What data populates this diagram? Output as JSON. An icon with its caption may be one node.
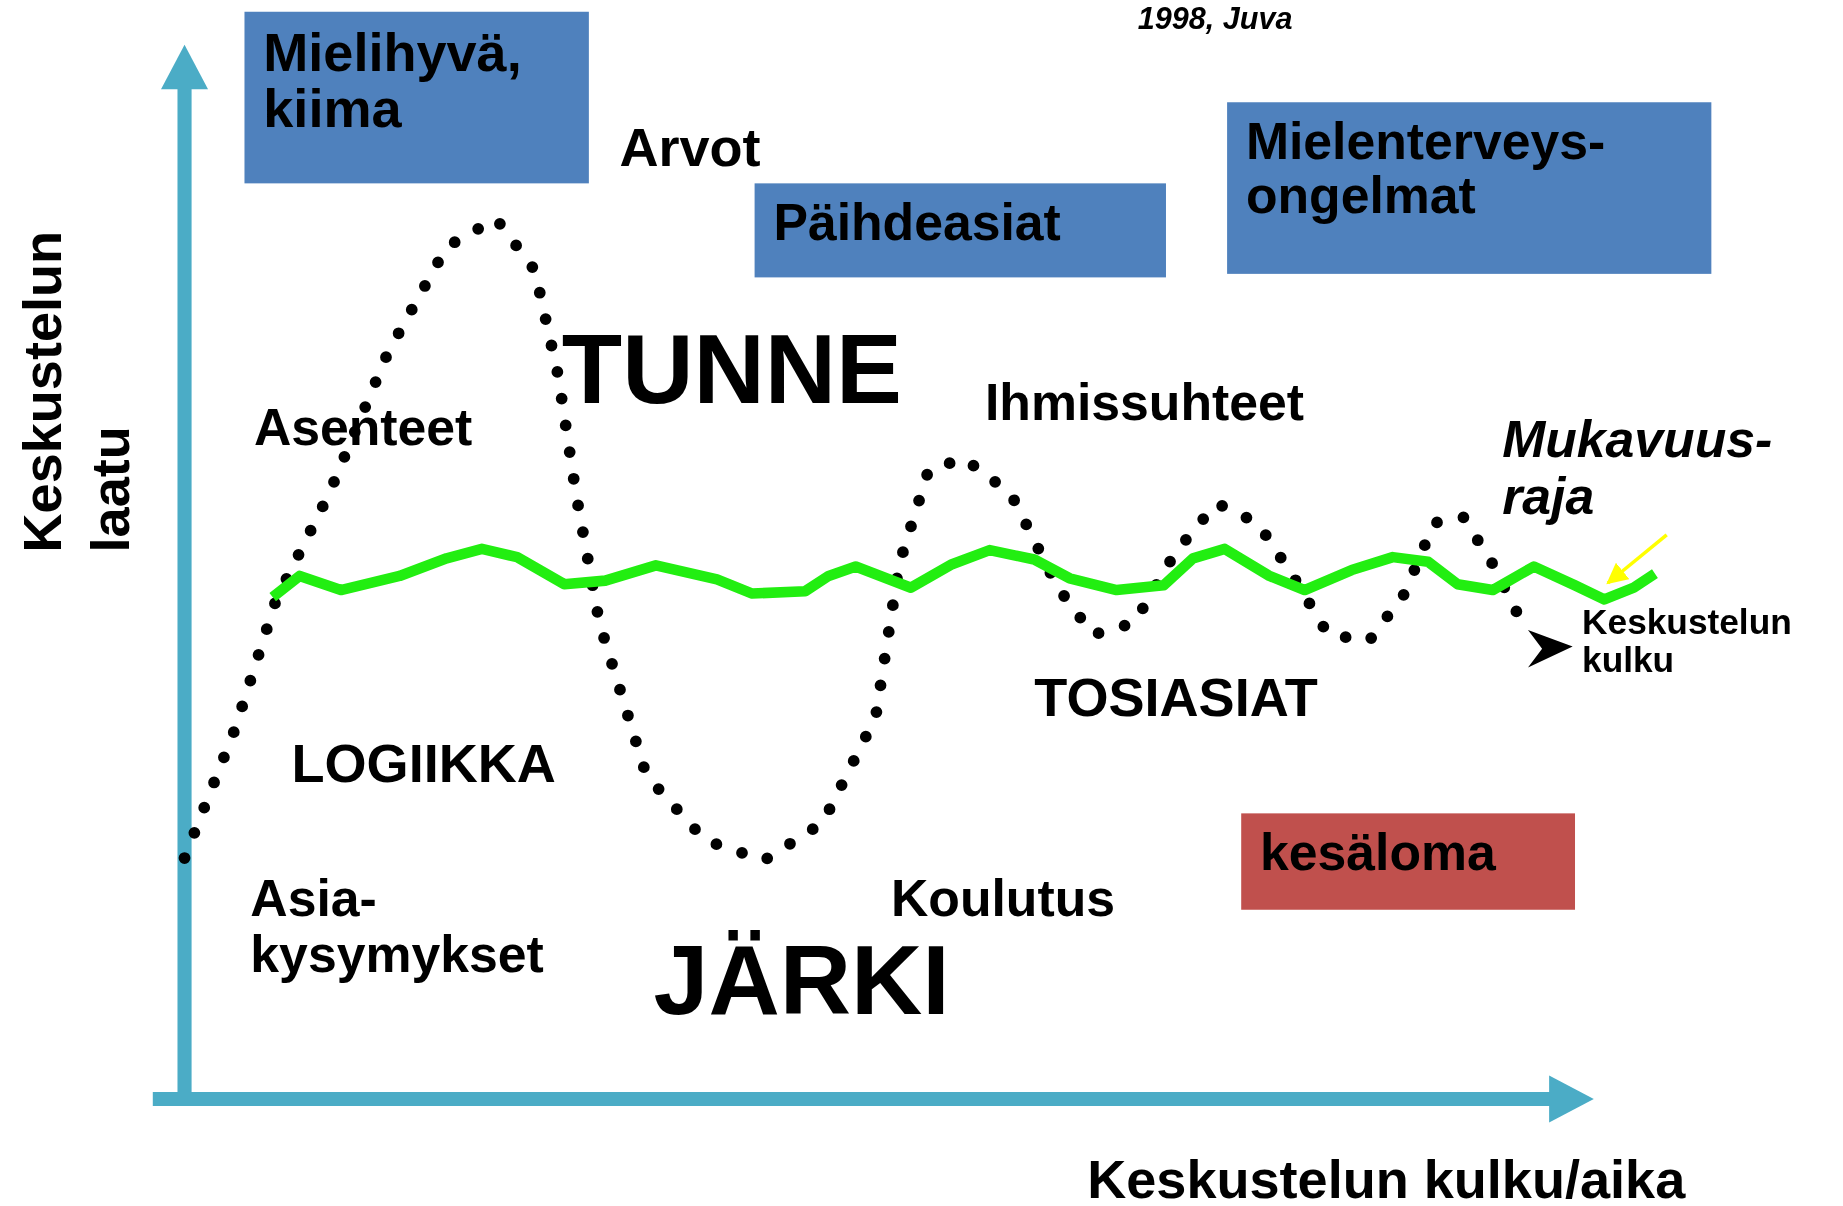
{
  "diagram": {
    "nodes": [
      {
        "text": [
          "Mielihyvä, kiima"
        ]
      },
      {
        "text": [
          "Päihdeasiat"
        ]
      },
      {
        "text": [
          "Mielenterveys- ongelmat"
        ]
      },
      {
        "text": [
          "kesäloma"
        ]
      },
      {
        "text": [
          "Mukavuus- raja"
        ]
      },
      {
        "text": [],
        "shape": "line"
      }
    ],
    "edges": [
      {
        "from": 4,
        "to": 5,
        "arrow": "to",
        "color": "#ffff00"
      }
    ],
    "labels": [
      "1998, Juva",
      "Arvot",
      "Keskustelun laatu",
      "TUNNE",
      "Asenteet",
      "Ihmissuhteet",
      "Keskustelun kulku",
      "TOSIASIAT",
      "LOGIIKKA",
      "Asia- kysymykset",
      "Koulutus",
      "JÄRKI",
      "Keskustelun kulku/aika"
    ]
  }
}
